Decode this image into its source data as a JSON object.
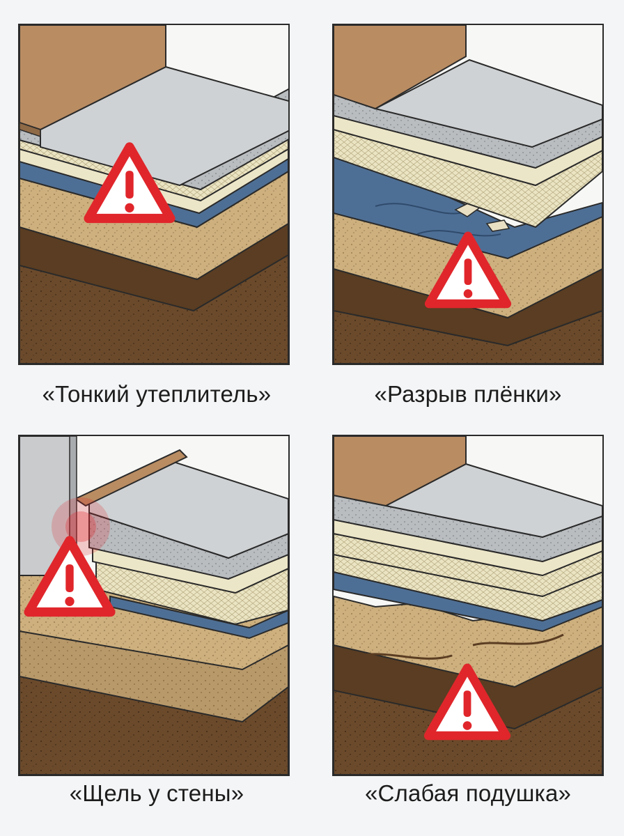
{
  "panels": [
    {
      "caption": "«Тонкий утеплитель»",
      "issue": "thin-insulation",
      "warning_icon": "warning-triangle-icon"
    },
    {
      "caption": "«Разрыв плёнки»",
      "issue": "film-tear",
      "warning_icon": "warning-triangle-icon"
    },
    {
      "caption": "«Щель у стены»",
      "issue": "wall-gap",
      "warning_icon": "warning-triangle-icon"
    },
    {
      "caption": "«Слабая подушка»",
      "issue": "weak-base",
      "warning_icon": "warning-triangle-icon"
    }
  ],
  "colors": {
    "soil": "#6b4a2b",
    "sand": "#cdb07e",
    "film": "#4e6f95",
    "insulation": "#ece6c8",
    "screed": "#cfd2d4",
    "board": "#b98c62",
    "wall": "#c9cbcd",
    "warning_red": "#e0262b",
    "warning_fill": "#ffffff"
  }
}
